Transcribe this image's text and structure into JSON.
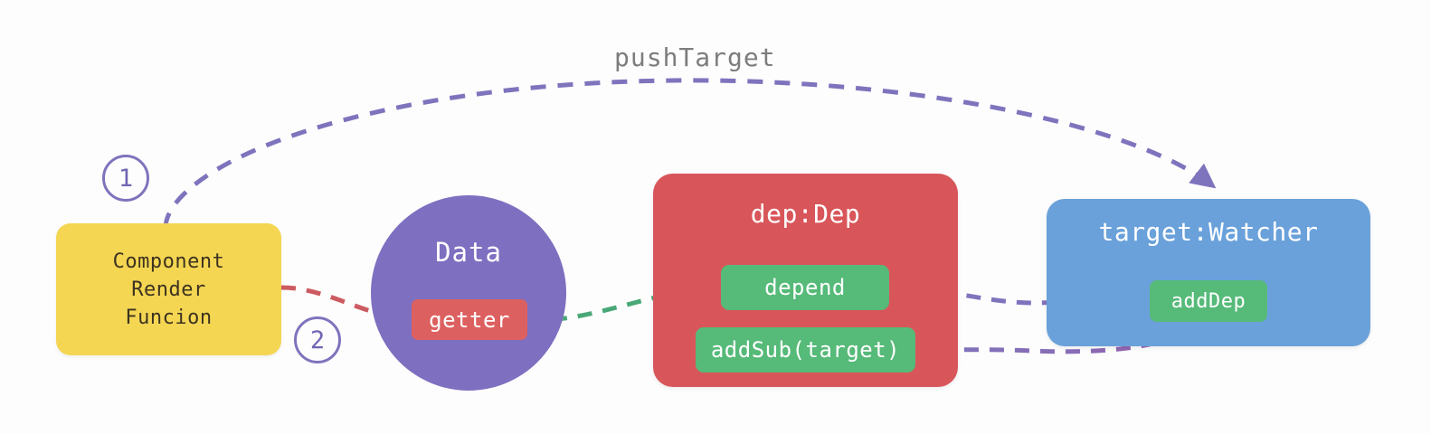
{
  "diagram": {
    "title_label": "pushTarget",
    "background": "#fdfdfd"
  },
  "nodes": {
    "component": {
      "id": "component-render-function",
      "line1": "Component",
      "line2": "Render",
      "line3": "Funcion",
      "color": "#f4d653",
      "shape": "rounded-rect"
    },
    "data": {
      "id": "data",
      "label": "Data",
      "color": "#7e6fc0",
      "shape": "circle",
      "inner": {
        "getter": {
          "label": "getter",
          "color": "#dd6060"
        }
      }
    },
    "dep": {
      "id": "dep",
      "label": "dep:Dep",
      "color": "#d8565a",
      "shape": "rounded-rect",
      "inner": {
        "depend": {
          "label": "depend",
          "color": "#56ba79"
        },
        "addsub": {
          "label": "addSub(target)",
          "color": "#56ba79"
        }
      }
    },
    "watcher": {
      "id": "target-watcher",
      "label": "target:Watcher",
      "color": "#6aa1da",
      "shape": "rounded-rect",
      "inner": {
        "adddep": {
          "label": "addDep",
          "color": "#56ba79"
        }
      }
    }
  },
  "steps": [
    {
      "number": "1",
      "color": "#7e74bd"
    },
    {
      "number": "2",
      "color": "#7e74bd"
    }
  ],
  "edges": [
    {
      "id": "edge-pushtarget",
      "label": "pushTarget",
      "from": "component-render-function",
      "to": "target-watcher",
      "color": "#7e74bd",
      "style": "dashed",
      "step": "1"
    },
    {
      "id": "edge-component-to-getter",
      "label": "",
      "from": "component-render-function",
      "to": "getter",
      "color": "#cc5b61",
      "style": "dashed",
      "step": "2"
    },
    {
      "id": "edge-getter-to-depend",
      "label": "",
      "from": "getter",
      "to": "depend",
      "color": "#4aa878",
      "style": "dashed"
    },
    {
      "id": "edge-depend-to-adddep",
      "label": "",
      "from": "depend",
      "to": "addDep",
      "color": "#7e74bd",
      "style": "dashed"
    },
    {
      "id": "edge-adddep-to-addsub",
      "label": "",
      "from": "addDep",
      "to": "addSub(target)",
      "color": "#7e74bd",
      "style": "dashed"
    }
  ]
}
